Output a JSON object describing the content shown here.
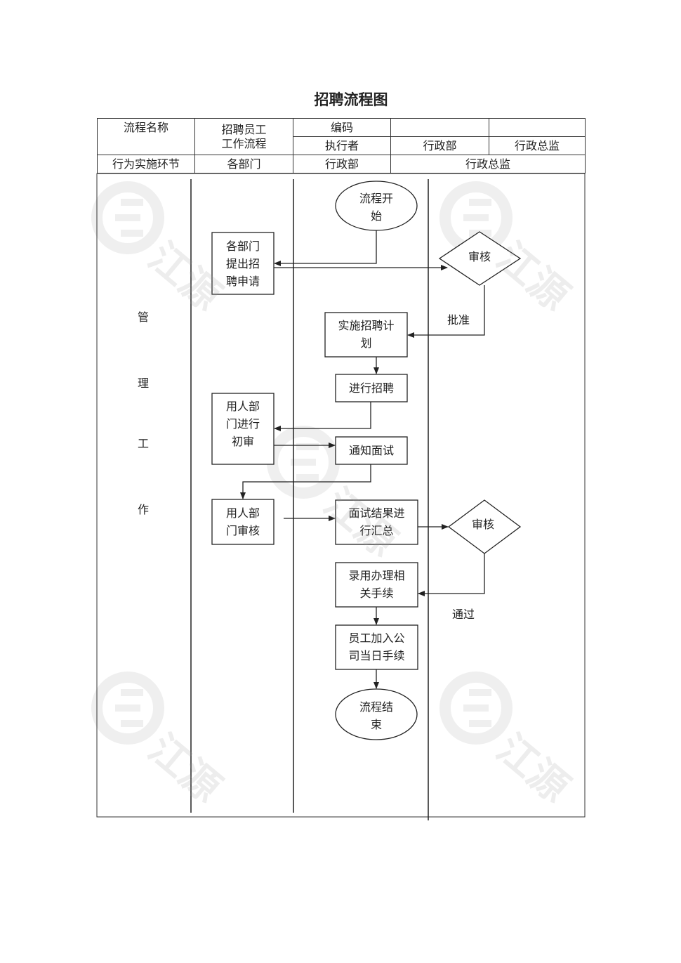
{
  "title": "招聘流程图",
  "header": {
    "process_name_label": "流程名称",
    "process_name_line1": "招聘员工",
    "process_name_line2": "工作流程",
    "code_label": "编码",
    "code_value": "",
    "code_value2": "",
    "executor_label": "执行者",
    "executor_1": "行政部",
    "executor_2": "行政总监",
    "stage_label": "行为实施环节",
    "lane_1": "各部门",
    "lane_2": "行政部",
    "lane_3": "行政总监"
  },
  "side_label": [
    "管",
    "理",
    "工",
    "作"
  ],
  "nodes": {
    "start": [
      "流程开",
      "始"
    ],
    "dept_apply": [
      "各部门",
      "提出招",
      "聘申请"
    ],
    "review_1": [
      "审核"
    ],
    "implement_plan": [
      "实施招聘计",
      "划"
    ],
    "recruit": [
      "进行招聘"
    ],
    "dept_first_review": [
      "用人部",
      "门进行",
      "初审"
    ],
    "notify_interview": [
      "通知面试"
    ],
    "dept_review": [
      "用人部",
      "门审核"
    ],
    "summary": [
      "面试结果进",
      "行汇总"
    ],
    "review_2": [
      "审核"
    ],
    "hire_procedure": [
      "录用办理相",
      "关手续"
    ],
    "join_procedure": [
      "员工加入公",
      "司当日手续"
    ],
    "end": [
      "流程结",
      "束"
    ]
  },
  "edge_labels": {
    "approve": "批准",
    "pass": "通过"
  },
  "watermark": "江源",
  "colors": {
    "line": "#222222",
    "watermark": "#9a9a9a"
  }
}
